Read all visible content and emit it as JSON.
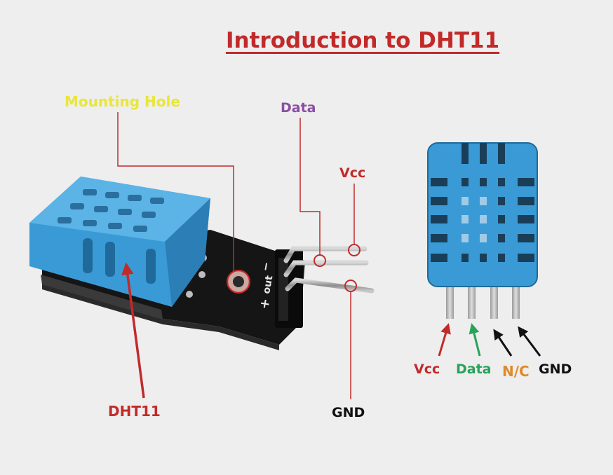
{
  "title": "Introduction to DHT11",
  "module_labels": {
    "mounting_hole": "Mounting Hole",
    "data": "Data",
    "vcc": "Vcc",
    "gnd": "GND",
    "dht11": "DHT11"
  },
  "board_markings": {
    "minus": "−",
    "out": "out",
    "plus": "+"
  },
  "pinout_labels": {
    "vcc": "Vcc",
    "data": "Data",
    "nc": "N/C",
    "gnd": "GND"
  },
  "colors": {
    "title": "#c22a2a",
    "mounting_hole_label": "#e8e63a",
    "data_label_module": "#8a4fa0",
    "red_label": "#c22a2a",
    "pin_data_green": "#27a35a",
    "pin_nc_orange": "#e08a2a",
    "sensor_blue": "#3a9ad6",
    "board_black": "#151515"
  }
}
